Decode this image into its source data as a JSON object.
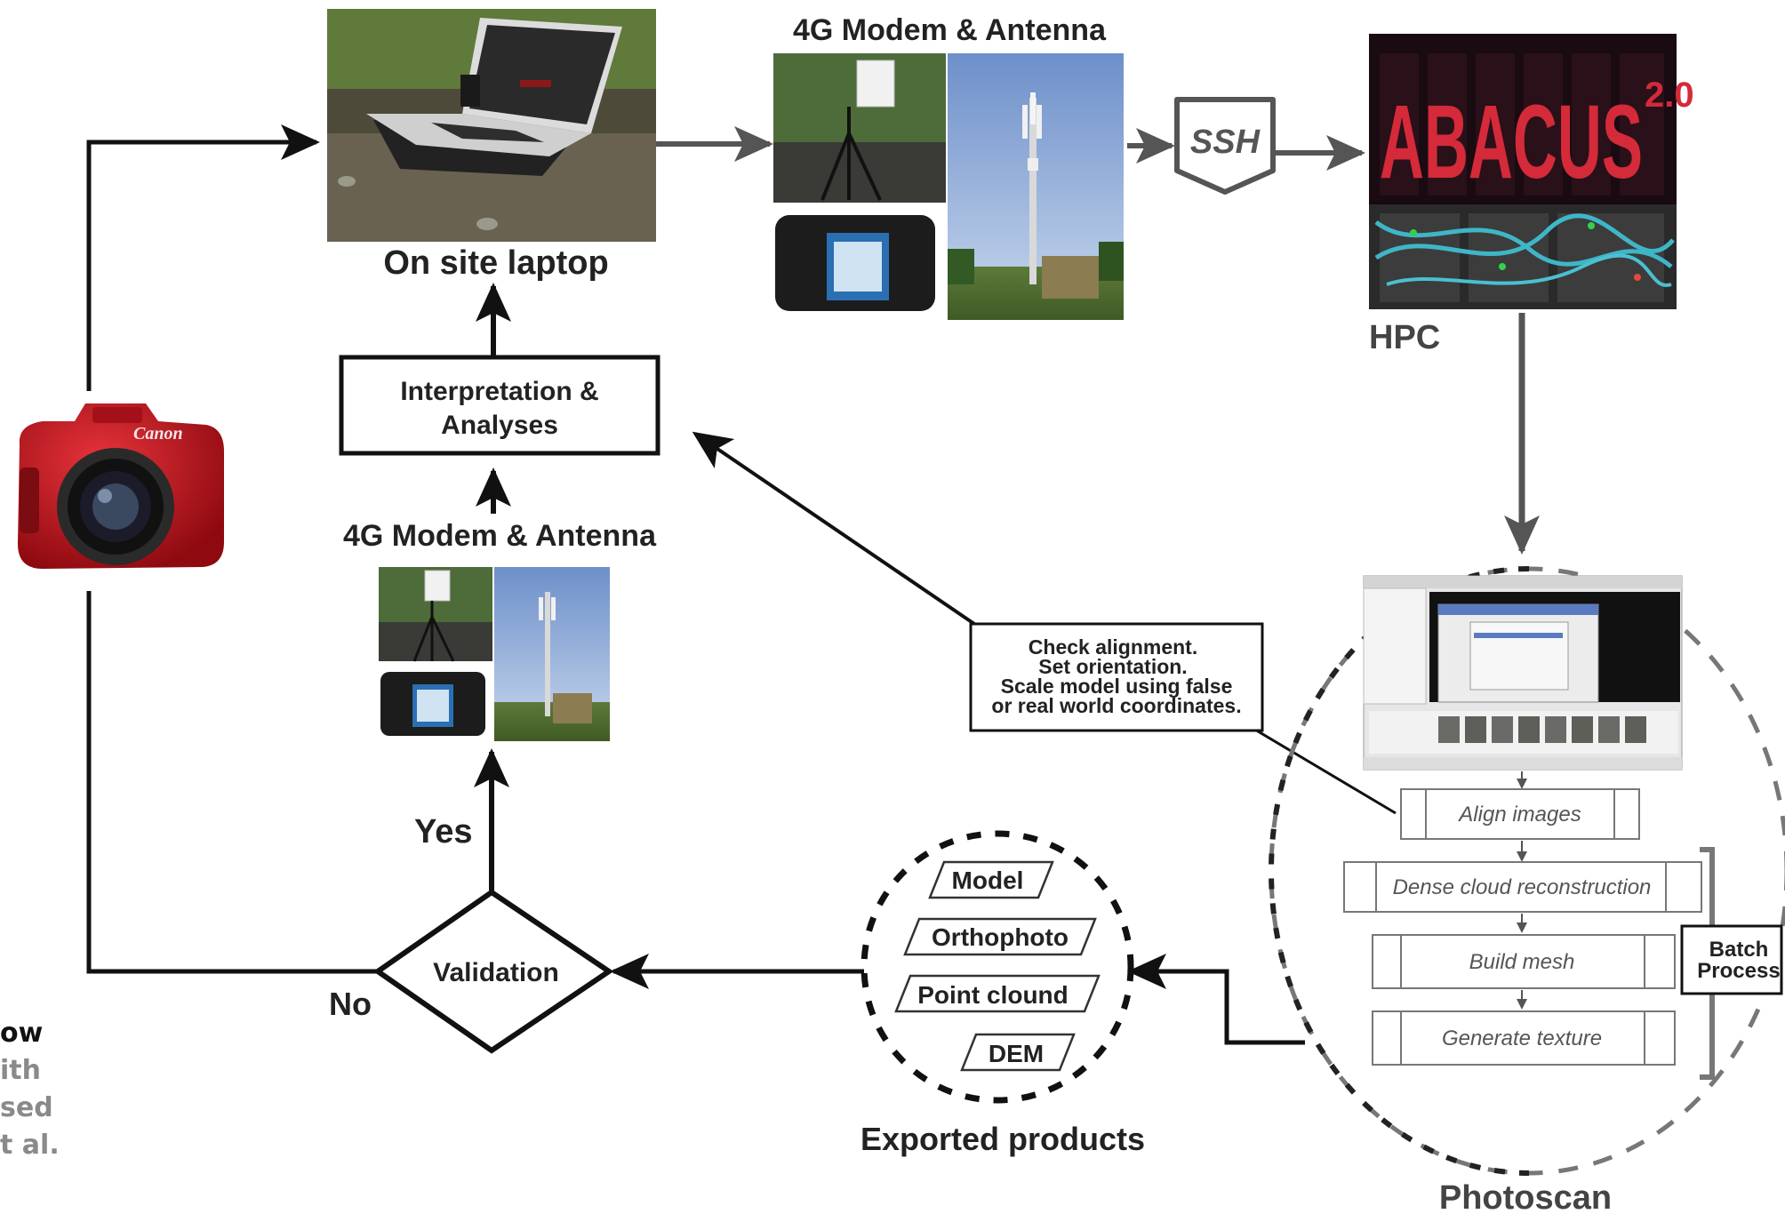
{
  "nodes": {
    "laptop_label": "On site laptop",
    "modem_top_label": "4G Modem & Antenna",
    "ssh_label": "SSH",
    "hpc_banner": "ABACUS",
    "hpc_banner_sup": "2.0",
    "hpc_label": "HPC",
    "interp_line1": "Interpretation &",
    "interp_line2": "Analyses",
    "modem_left_label": "4G Modem & Antenna",
    "yes_label": "Yes",
    "no_label": "No",
    "validation_label": "Validation",
    "exported_label": "Exported products",
    "photoscan_label": "Photoscan",
    "batch_line1": "Batch",
    "batch_line2": "Process",
    "camera_brand": "Canon"
  },
  "products": [
    "Model",
    "Orthophoto",
    "Point clound",
    "DEM"
  ],
  "photoscan_steps": [
    "Align images",
    "Dense cloud reconstruction",
    "Build mesh",
    "Generate texture"
  ],
  "callout": {
    "line1": "Check alignment.",
    "line2": "Set orientation.",
    "line3": "Scale model using false",
    "line4": "or real world coordinates."
  },
  "side_text": {
    "l1": "ow",
    "l2": "ith",
    "l3": "sed",
    "l4": "t al."
  },
  "colors": {
    "line": "#111111",
    "arrow_gray": "#555555",
    "dashed_circle": "#222222",
    "photoscan_circle": "#777777",
    "camera_red": "#c0141c"
  }
}
